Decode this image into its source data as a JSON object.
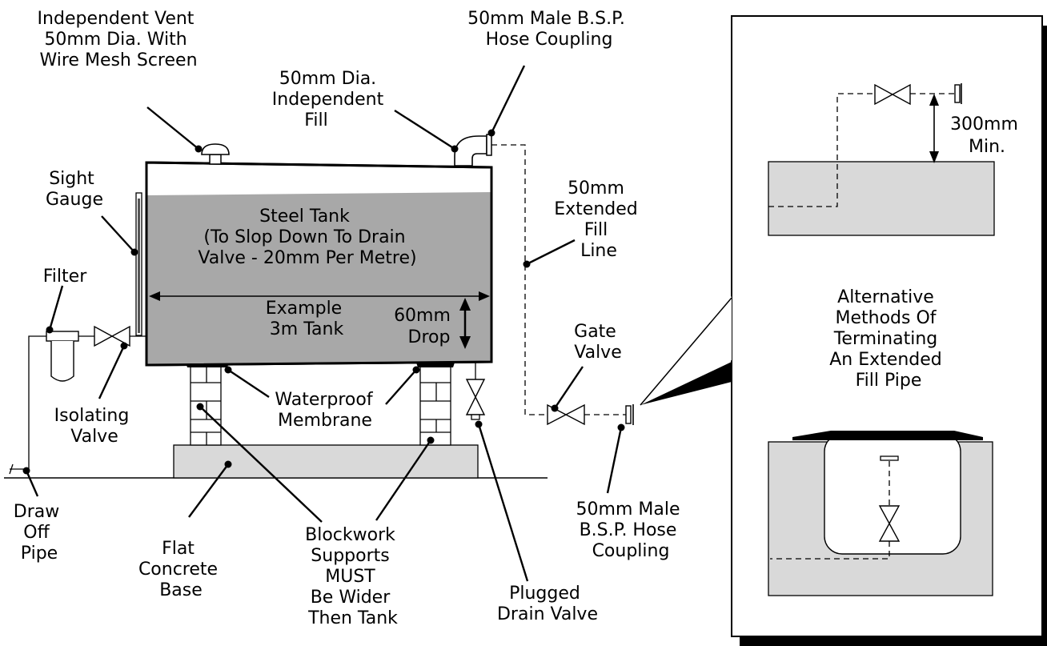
{
  "labels": {
    "vent": [
      "Independent Vent",
      "50mm Dia. With",
      "Wire Mesh Screen"
    ],
    "coupling_top": [
      "50mm Male B.S.P.",
      "Hose Coupling"
    ],
    "fill": [
      "50mm Dia.",
      "Independent",
      "Fill"
    ],
    "sight_gauge": [
      "Sight",
      "Gauge"
    ],
    "tank": [
      "Steel Tank",
      "(To Slop Down To Drain",
      "Valve - 20mm Per Metre)"
    ],
    "example": [
      "Example",
      "3m Tank"
    ],
    "drop": [
      "60mm",
      "Drop"
    ],
    "extended_fill": [
      "50mm",
      "Extended",
      "Fill",
      "Line"
    ],
    "filter": [
      "Filter"
    ],
    "isolating_valve": [
      "Isolating",
      "Valve"
    ],
    "membrane": [
      "Waterproof",
      "Membrane"
    ],
    "gate_valve": [
      "Gate",
      "Valve"
    ],
    "draw_off": [
      "Draw",
      "Off",
      "Pipe"
    ],
    "concrete_base": [
      "Flat",
      "Concrete",
      "Base"
    ],
    "blockwork": [
      "Blockwork",
      "Supports",
      "MUST",
      "Be Wider",
      "Then Tank"
    ],
    "drain_valve": [
      "Plugged",
      "Drain Valve"
    ],
    "coupling_bottom": [
      "50mm Male",
      "B.S.P. Hose",
      "Coupling"
    ],
    "min_clearance": [
      "300mm",
      "Min."
    ],
    "alternative": [
      "Alternative",
      "Methods Of",
      "Terminating",
      "An Extended",
      "Fill Pipe"
    ]
  }
}
